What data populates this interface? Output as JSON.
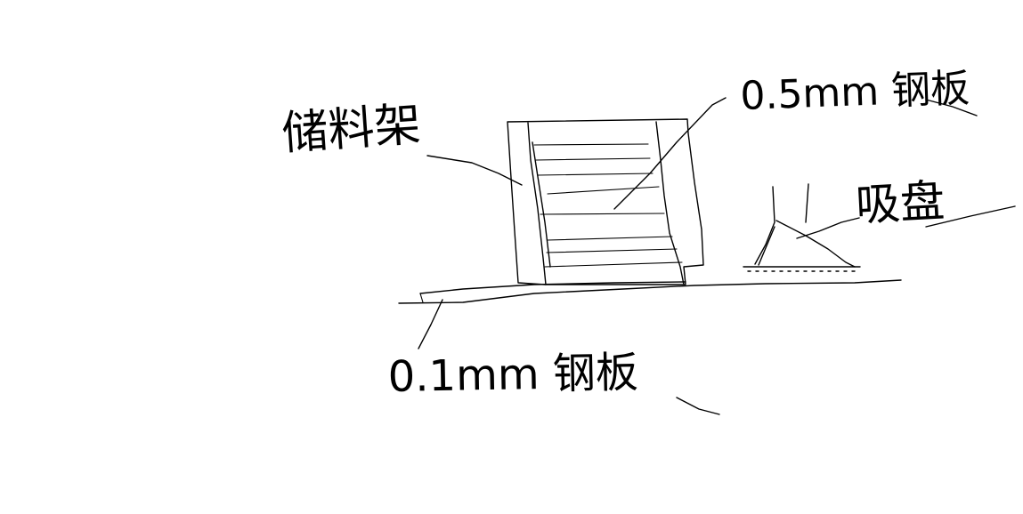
{
  "labels": {
    "rack": "储料架",
    "plate_top": "0.5mm 钢板",
    "suction_cup": "吸盘",
    "plate_bottom": "0.1mm 钢板"
  },
  "colors": {
    "ink": "#000000",
    "background": "#ffffff"
  }
}
